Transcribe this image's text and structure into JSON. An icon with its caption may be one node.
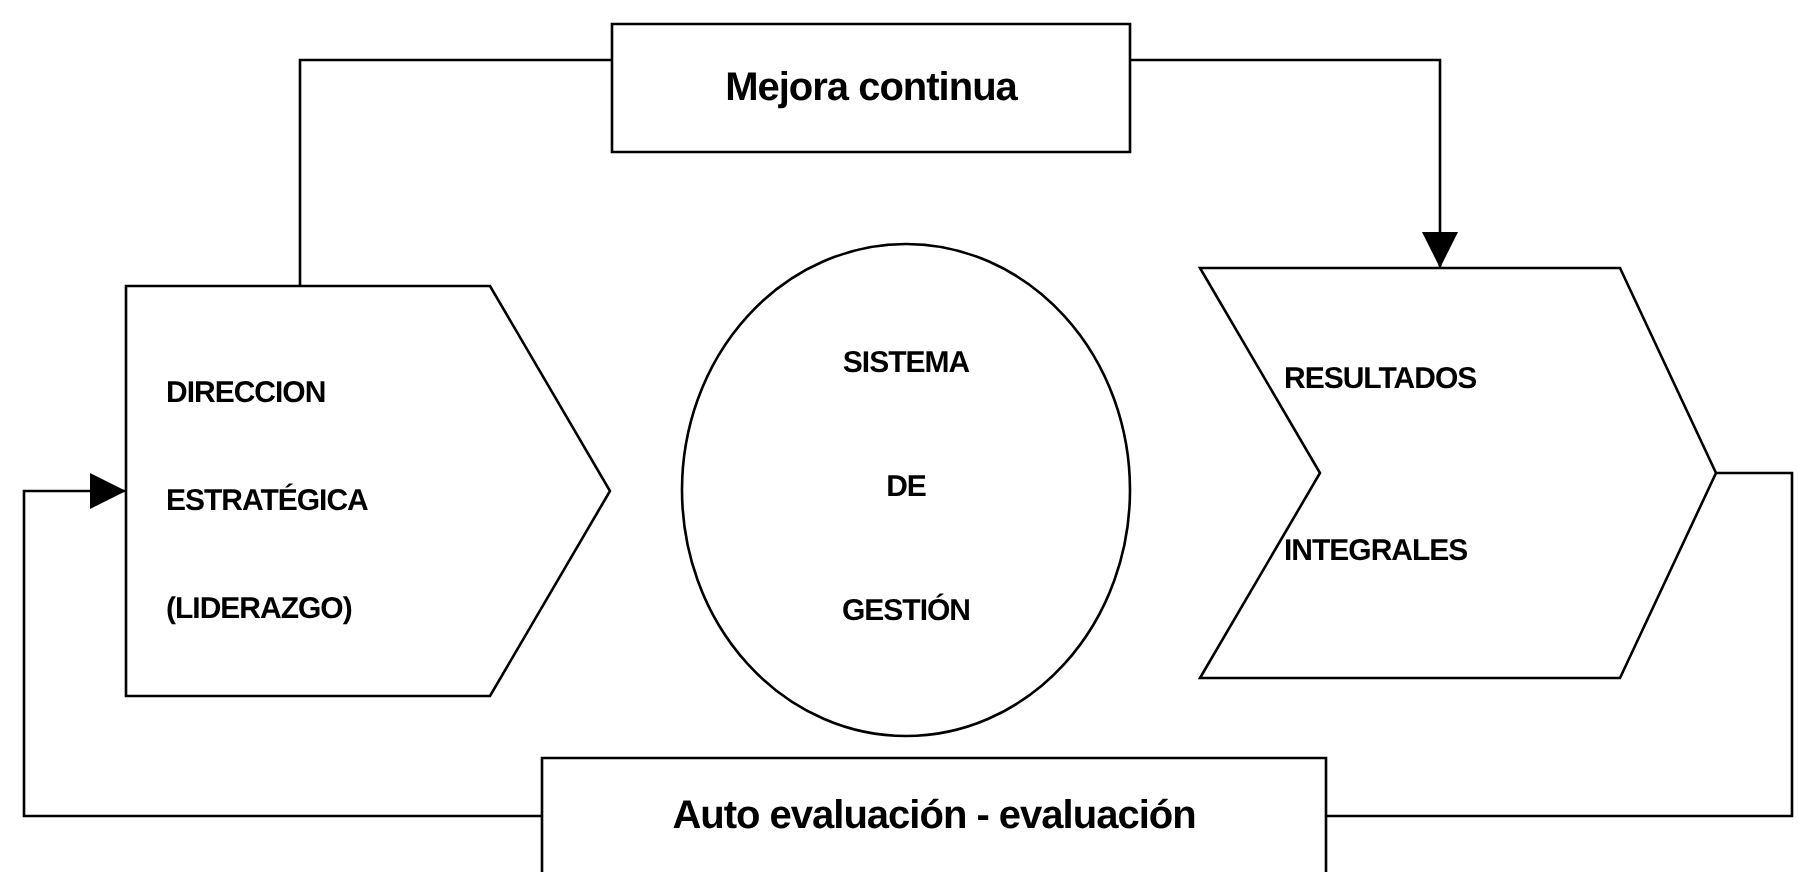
{
  "diagram": {
    "nodes": [
      {
        "text": [
          "Mejora continua"
        ]
      },
      {
        "text": [
          "DIRECCION ESTRATÉGICA (LIDERAZGO)"
        ]
      },
      {
        "text": [
          "SISTEMA DE GESTIÓN"
        ]
      },
      {
        "text": [
          "RESULTADOS INTEGRALES"
        ]
      },
      {
        "text": [
          "Auto evaluación - evaluación"
        ]
      }
    ],
    "edges": [
      {
        "from": 1,
        "to": 0,
        "arrow": "none"
      },
      {
        "from": 0,
        "to": 3,
        "arrow": "to"
      },
      {
        "from": 3,
        "to": 4,
        "arrow": "none"
      },
      {
        "from": 4,
        "to": 1,
        "arrow": "to"
      }
    ]
  }
}
